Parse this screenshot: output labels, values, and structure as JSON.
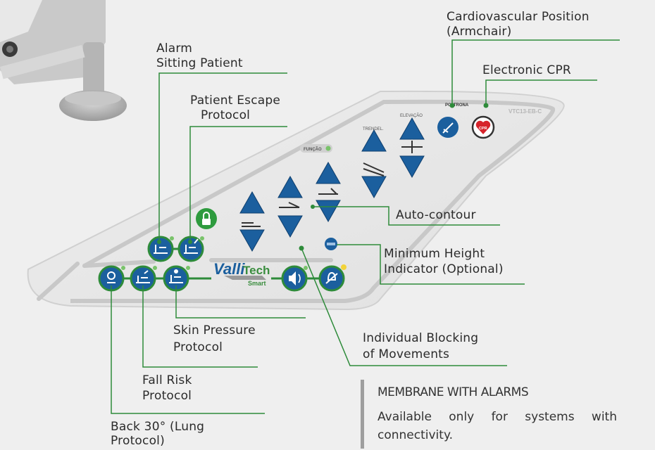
{
  "colors": {
    "background": "#efefef",
    "panel": "#e6e6e6",
    "panel_border": "#c7c7c7",
    "button_blue": "#1b5f9e",
    "leader_green": "#2e8b3a",
    "green_led": "#79c36a",
    "yellow_led": "#f2d33a",
    "cpr_red": "#d6242b"
  },
  "callouts": {
    "cardiovascular_line1": "Cardiovascular Position",
    "cardiovascular_line2": "(Armchair)",
    "electronic_cpr": "Electronic CPR",
    "alarm_line1": "Alarm",
    "alarm_line2": "Sitting Patient",
    "escape_line1": "Patient Escape",
    "escape_line2": "Protocol",
    "autocontour": "Auto-contour",
    "min_height_line1": "Minimum Height",
    "min_height_line2": "Indicator (Optional)",
    "blocking_line1": "Individual Blocking",
    "blocking_line2": "of Movements",
    "skin_line1": "Skin Pressure",
    "skin_line2": "Protocol",
    "fall_line1": "Fall Risk",
    "fall_line2": "Protocol",
    "back_line1": "Back 30° (Lung",
    "back_line2": "Protocol)"
  },
  "panel_text": {
    "model": "VTC13-EB-C",
    "poltrona": "POLTRONA",
    "elevacao": "ELEVAÇÃO",
    "trendel": "TRENDEL.",
    "funcao": "FUNÇÃO",
    "cpr": "CPR",
    "brand_main": "Valli",
    "brand_sub": "Tech",
    "brand_smart": "Smart"
  },
  "note": {
    "title": "MEMBRANE WITH ALARMS",
    "body": "Available only for systems with connectivity."
  },
  "icons": {
    "up": "triangle-up-icon",
    "down": "triangle-down-icon",
    "lock": "padlock-icon",
    "heart": "heart-icon",
    "armchair": "armchair-icon",
    "speaker": "speaker-icon",
    "mute": "alarm-mute-icon"
  }
}
